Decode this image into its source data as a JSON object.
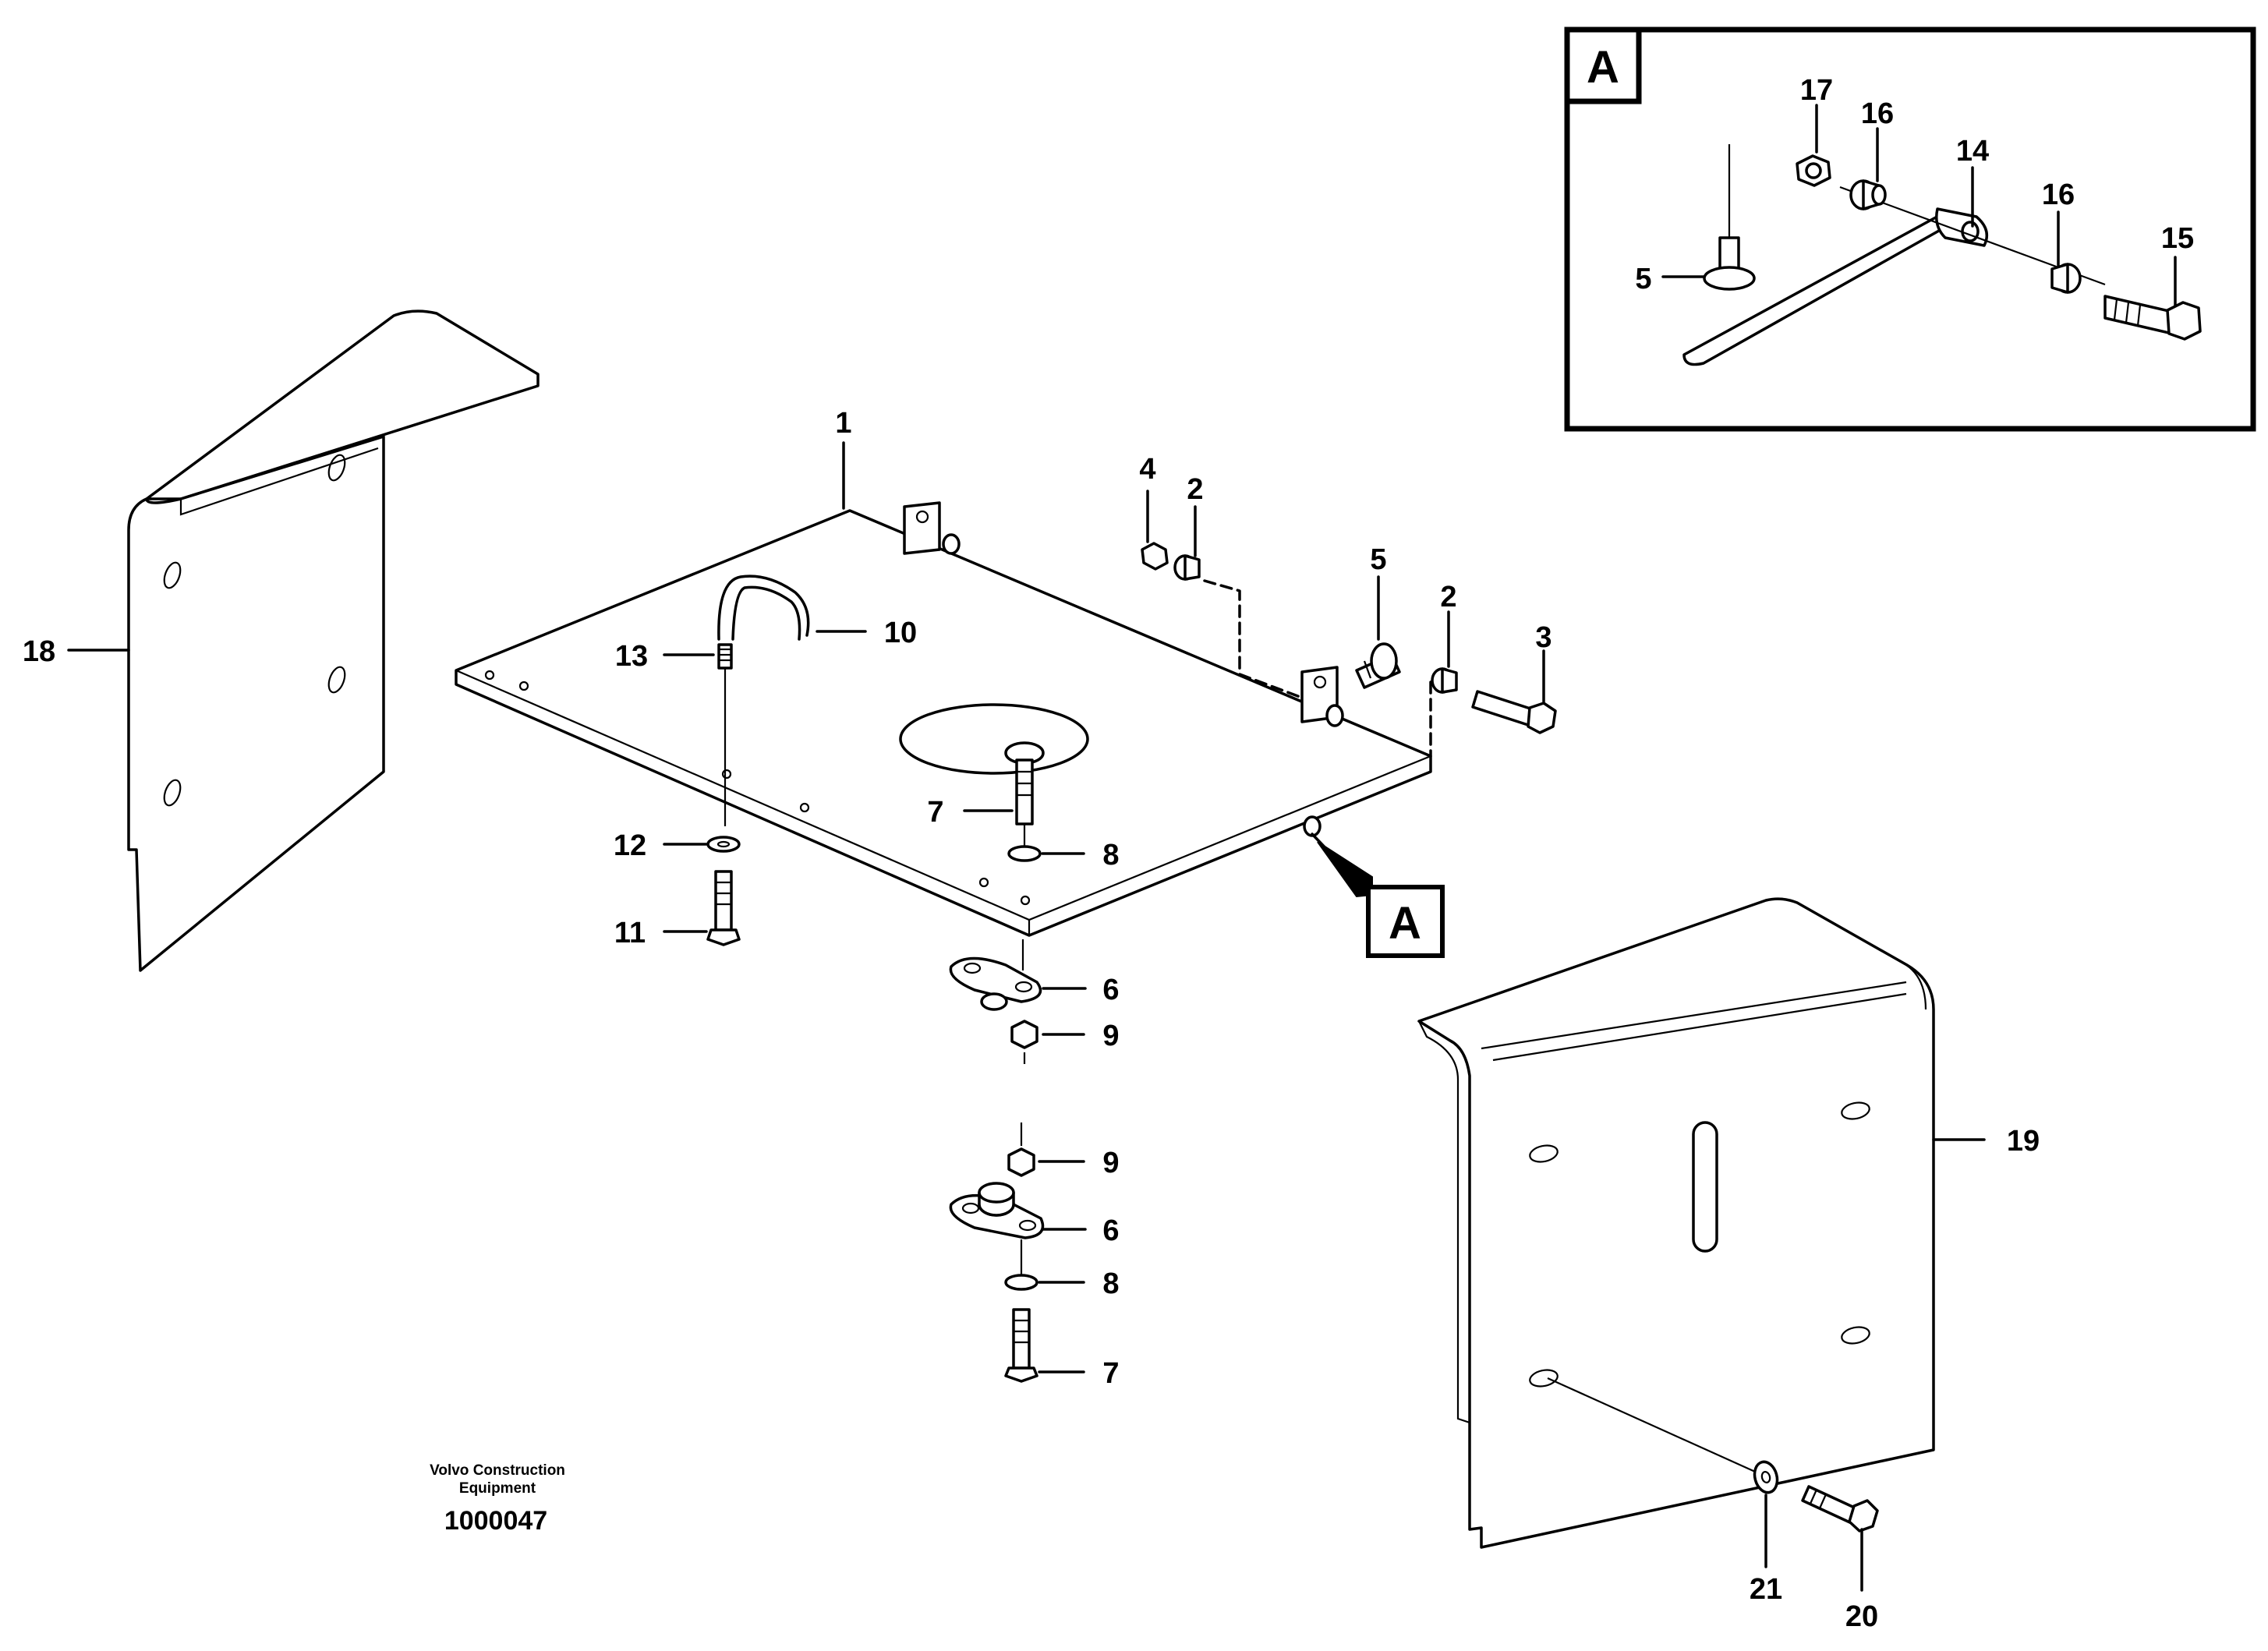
{
  "diagram": {
    "inset_letter": "A",
    "callout_letter": "A",
    "labels": {
      "l1": "1",
      "l2a": "2",
      "l2b": "2",
      "l3": "3",
      "l4": "4",
      "l5a": "5",
      "l6a": "6",
      "l6b": "6",
      "l7a": "7",
      "l7b": "7",
      "l8a": "8",
      "l8b": "8",
      "l9a": "9",
      "l9b": "9",
      "l10": "10",
      "l11": "11",
      "l12": "12",
      "l13": "13",
      "l18": "18",
      "l19": "19",
      "l20": "20",
      "l21": "21"
    },
    "inset_labels": {
      "i5": "5",
      "i14": "14",
      "i15": "15",
      "i16a": "16",
      "i16b": "16",
      "i17": "17"
    },
    "footer": {
      "maker_line1": "Volvo Construction",
      "maker_line2": "Equipment",
      "drawing_number": "1000047"
    }
  }
}
